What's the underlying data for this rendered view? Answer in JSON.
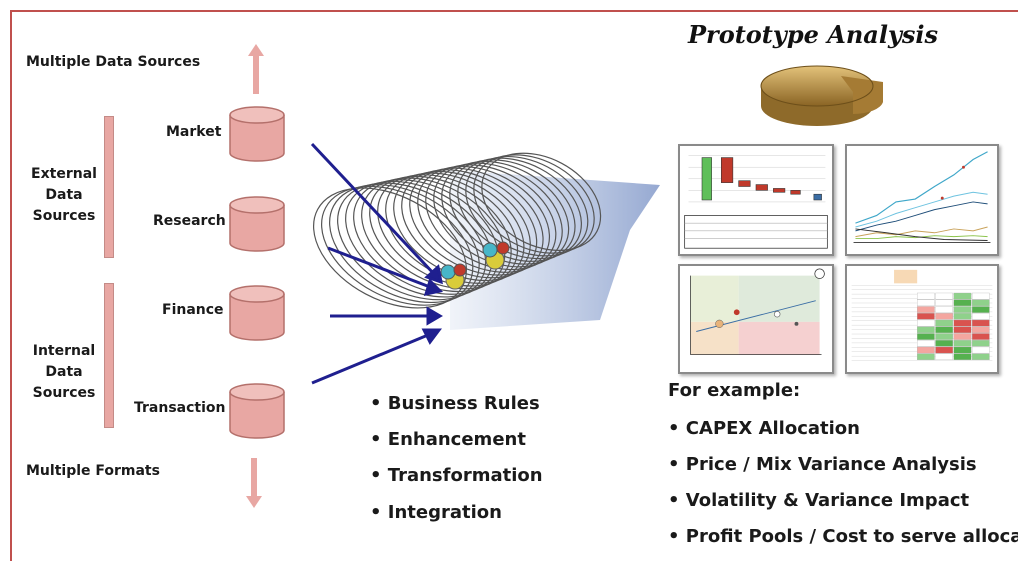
{
  "left_column": {
    "top_label": "Multiple Data Sources",
    "bottom_label": "Multiple Formats",
    "external_group": [
      "External",
      "Data",
      "Sources"
    ],
    "internal_group": [
      "Internal",
      "Data",
      "Sources"
    ],
    "sources": [
      "Market",
      "Research",
      "Finance",
      "Transaction"
    ]
  },
  "process_steps": [
    "Business Rules",
    "Enhancement",
    "Transformation",
    "Integration"
  ],
  "analysis": {
    "title": "Prototype Analysis",
    "examples_heading": "For example:",
    "examples": [
      "CAPEX Allocation",
      "Price / Mix Variance Analysis",
      "Volatility & Variance Impact",
      "Profit Pools / Cost to serve allocation"
    ]
  },
  "bullet": "•",
  "colors": {
    "frame": "#c0504d",
    "database": "#e8a7a3",
    "arrow": "#1f1f8f",
    "pie": "#c9a25a"
  }
}
